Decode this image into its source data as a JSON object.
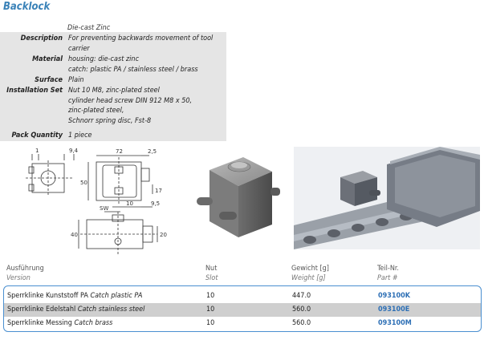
{
  "title": "Backlock",
  "subtitle": "Die-cast Zinc",
  "specs": [
    {
      "label": "Description",
      "lines": [
        "For preventing backwards movement of tool",
        "carrier"
      ]
    },
    {
      "label": "Material",
      "lines": [
        "housing: die-cast zinc",
        "catch: plastic PA / stainless steel / brass"
      ]
    },
    {
      "label": "Surface",
      "lines": [
        "Plain"
      ]
    },
    {
      "label": "Installation Set",
      "lines": [
        "Nut 10 M8, zinc-plated steel",
        "cylinder head screw DIN 912 M8 x 50,",
        "zinc-plated steel,",
        "Schnorr spring disc, Fst-8"
      ]
    },
    {
      "label": "Pack Quantity",
      "lines": [
        "1 piece"
      ]
    }
  ],
  "drawing_dims": {
    "d1": "1",
    "d2": "9,4",
    "d3": "72",
    "d4": "2,5",
    "d5": "50",
    "d6": "17",
    "d7": "10",
    "d8": "9,5",
    "d9": "SW",
    "d10": "40",
    "d11": "20"
  },
  "table": {
    "headers": [
      {
        "de": "Ausführung",
        "en": "Version"
      },
      {
        "de": "Nut",
        "en": "Slot"
      },
      {
        "de": "Gewicht [g]",
        "en": "Weight [g]"
      },
      {
        "de": "Teil-Nr.",
        "en": "Part #"
      }
    ],
    "rows": [
      {
        "version_de": "Sperrklinke Kunststoff PA",
        "version_en": "Catch plastic PA",
        "slot": "10",
        "weight": "447.0",
        "part": "093100K"
      },
      {
        "version_de": "Sperrklinke Edelstahl",
        "version_en": "Catch stainless steel",
        "slot": "10",
        "weight": "560.0",
        "part": "093100E"
      },
      {
        "version_de": "Sperrklinke Messing",
        "version_en": "Catch brass",
        "slot": "10",
        "weight": "560.0",
        "part": "093100M"
      }
    ]
  },
  "colors": {
    "accent": "#3a82b8",
    "panel": "#e5e5e5",
    "row_alt": "#cfcfcf",
    "border": "#4a8fd0"
  }
}
